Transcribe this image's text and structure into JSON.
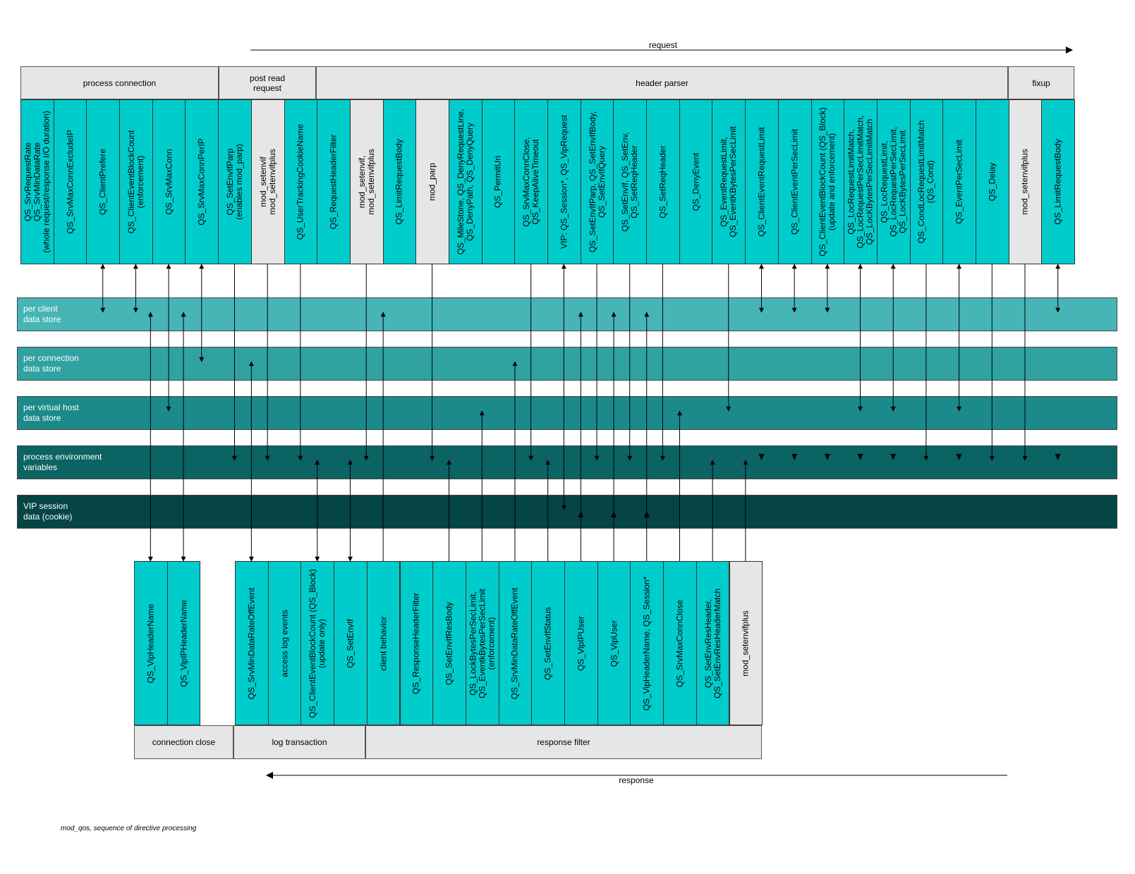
{
  "colors": {
    "teal": "#00cccc",
    "gray": "#e6e6e6",
    "store_client": "#47b5b5",
    "store_connection": "#30a2a2",
    "store_vhost": "#1c8a8a",
    "store_env": "#0b6363",
    "store_vip": "#054545"
  },
  "request_label": "request",
  "response_label": "response",
  "caption": "mod_qos, sequence of directive processing",
  "request_phases": [
    {
      "label": "process connection"
    },
    {
      "label": "post read\nrequest"
    },
    {
      "label": "header parser"
    },
    {
      "label": "fixup"
    }
  ],
  "request_columns": [
    {
      "label": "QS_SrvRequestRate\nQS_SrvMinDataRate\n(whole request/response I/O duration)",
      "style": "teal"
    },
    {
      "label": "QS_SrvMaxConnExcludeIP",
      "style": "teal"
    },
    {
      "label": "QS_ClientPrefere",
      "style": "teal"
    },
    {
      "label": "QS_ClientEventBlockCount\n(enforcement)",
      "style": "teal"
    },
    {
      "label": "QS_SrvMaxConn",
      "style": "teal"
    },
    {
      "label": "QS_SrvMaxConnPerIP",
      "style": "teal"
    },
    {
      "label": "QS_SetEnvIfParp\n(enables mod_parp)",
      "style": "teal"
    },
    {
      "label": "mod_setenvif\nmod_setenvifplus",
      "style": "gray"
    },
    {
      "label": "QS_UserTrackingCookieName",
      "style": "teal"
    },
    {
      "label": "QS_RequestHeaderFilter",
      "style": "teal"
    },
    {
      "label": "mod_setenvif,\nmod_setenvifplus",
      "style": "gray"
    },
    {
      "label": "QS_LimitRequestBody",
      "style": "teal"
    },
    {
      "label": "mod_parp",
      "style": "gray"
    },
    {
      "label": "QS_MileStone, QS_DenyRequestLine,\nQS_DenyPath, QS_DenyQuery",
      "style": "teal"
    },
    {
      "label": "QS_PermitUri",
      "style": "teal"
    },
    {
      "label": "QS_SrvMaxConnClose,\nQS_KeepAliveTimeout",
      "style": "teal"
    },
    {
      "label": "VIP: QS_Session*, QS_VipRequest",
      "style": "teal"
    },
    {
      "label": "QS_SetEnvIfParp, QS_SetEnvIfBody,\nQS_SetEnvIfQuery",
      "style": "teal"
    },
    {
      "label": "QS_SetEnvIf, QS_SetEnv,\nQS_SetReqHeader",
      "style": "teal"
    },
    {
      "label": "QS_SetReqHeader",
      "style": "teal"
    },
    {
      "label": "QS_DenyEvent",
      "style": "teal"
    },
    {
      "label": "QS_EventRequestLimit,\nQS_EventKBytesPerSecLimit",
      "style": "teal"
    },
    {
      "label": "QS_ClientEventRequestLimit",
      "style": "teal"
    },
    {
      "label": "QS_ClientEventPerSecLimit",
      "style": "teal"
    },
    {
      "label": "QS_ClientEventBlockCount (QS_Block)\n(update and enforcement)",
      "style": "teal"
    },
    {
      "label": "QS_LocRequestLimitMatch,\nQS_LocRequestPerSecLimitMatch,\nQS_LocKBytesPerSecLimitMatch",
      "style": "teal"
    },
    {
      "label": "QS_LocRequestLimit,\nQS_LocRequestPerSecLimit,\nQS_LocKBytesPerSecLimit",
      "style": "teal"
    },
    {
      "label": "QS_CondLocRequestLimitMatch\n(QS_Cond)",
      "style": "teal"
    },
    {
      "label": "QS_EventPerSecLimit",
      "style": "teal"
    },
    {
      "label": "QS_Delay",
      "style": "teal"
    },
    {
      "label": "mod_setenvifplus",
      "style": "gray"
    },
    {
      "label": "QS_LimitRequestBody",
      "style": "teal"
    }
  ],
  "stores": [
    {
      "label": "per client\ndata store",
      "color_key": "store_client"
    },
    {
      "label": "per connection\ndata store",
      "color_key": "store_connection"
    },
    {
      "label": "per virtual host\ndata store",
      "color_key": "store_vhost"
    },
    {
      "label": "process environment\nvariables",
      "color_key": "store_env"
    },
    {
      "label": "VIP session\ndata (cookie)",
      "color_key": "store_vip"
    }
  ],
  "response_columns": [
    {
      "label": "QS_VipHeaderName",
      "style": "teal"
    },
    {
      "label": "QS_VipIPHeaderName",
      "style": "teal"
    },
    {
      "label": "QS_SrvMinDataRateOffEvent",
      "style": "teal"
    },
    {
      "label": "access log events",
      "style": "teal"
    },
    {
      "label": "QS_ClientEventBlockCount (QS_Block)\n(update only)",
      "style": "teal"
    },
    {
      "label": "QS_SetEnvIf",
      "style": "teal"
    },
    {
      "label": "client behavior",
      "style": "teal"
    },
    {
      "label": "QS_ResponseHeaderFilter",
      "style": "teal"
    },
    {
      "label": "QS_SetEnvIfResBody",
      "style": "teal"
    },
    {
      "label": "QS_LockBytesPerSecLimit,\nQS_EventkBytesPerSecLimit\n(enforcement)",
      "style": "teal"
    },
    {
      "label": "QS_SrvMinDataRateOffEvent",
      "style": "teal"
    },
    {
      "label": "QS_SetEnvIfStatus",
      "style": "teal"
    },
    {
      "label": "QS_VipIPUser",
      "style": "teal"
    },
    {
      "label": "QS_VipUser",
      "style": "teal"
    },
    {
      "label": "QS_VipHeaderName, QS_Session*",
      "style": "teal"
    },
    {
      "label": "QS_SrvMaxConnClose",
      "style": "teal"
    },
    {
      "label": "QS_SetEnvResHeader,\nQS_SetEnvResHeaderMatch",
      "style": "teal"
    },
    {
      "label": "mod_setenvifplus",
      "style": "gray"
    }
  ],
  "response_phases": [
    {
      "label": "connection close"
    },
    {
      "label": "log transaction"
    },
    {
      "label": "response filter"
    }
  ]
}
